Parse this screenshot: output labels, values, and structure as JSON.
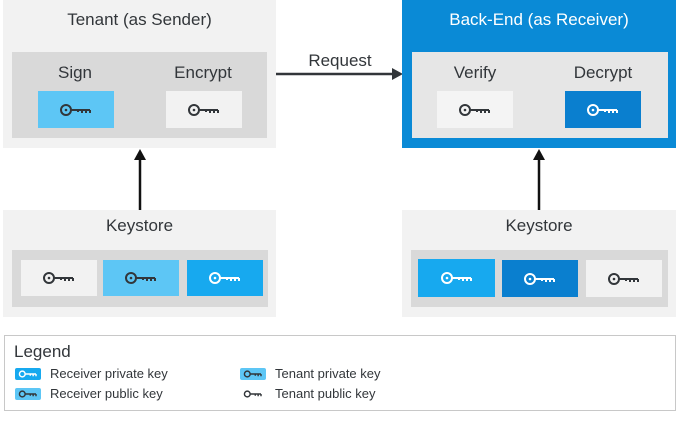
{
  "sender": {
    "title": "Tenant (as Sender)",
    "sign_label": "Sign",
    "encrypt_label": "Encrypt",
    "sign_key": "tenant-private-key-icon",
    "encrypt_key": "receiver-public-key-icon"
  },
  "receiver": {
    "title": "Back-End (as Receiver)",
    "verify_label": "Verify",
    "decrypt_label": "Decrypt",
    "verify_key": "tenant-public-key-icon",
    "decrypt_key": "receiver-private-key-icon"
  },
  "request_label": "Request",
  "keystore_left": {
    "title": "Keystore",
    "keys": [
      "receiver-public-key-icon",
      "tenant-private-key-icon",
      "tenant-private-key-icon"
    ]
  },
  "keystore_right": {
    "title": "Keystore",
    "keys": [
      "tenant-private-key-icon",
      "receiver-private-key-icon",
      "tenant-public-key-icon"
    ]
  },
  "legend": {
    "title": "Legend",
    "items": [
      {
        "label": "Receiver private key",
        "icon": "receiver-private-key-icon"
      },
      {
        "label": "Receiver public key",
        "icon": "receiver-public-key-icon"
      },
      {
        "label": "Tenant private key",
        "icon": "tenant-private-key-icon"
      },
      {
        "label": "Tenant public key",
        "icon": "tenant-public-key-icon"
      }
    ]
  },
  "colors": {
    "light_blue": "#5dc6f5",
    "mid_blue": "#17a9ef",
    "dark_blue": "#0a7fcf",
    "panel_blue": "#0a8ad6",
    "tile_white": "#f2f2f2",
    "panel_grey": "#f2f2f2",
    "inner_grey": "#d9d9d9"
  }
}
